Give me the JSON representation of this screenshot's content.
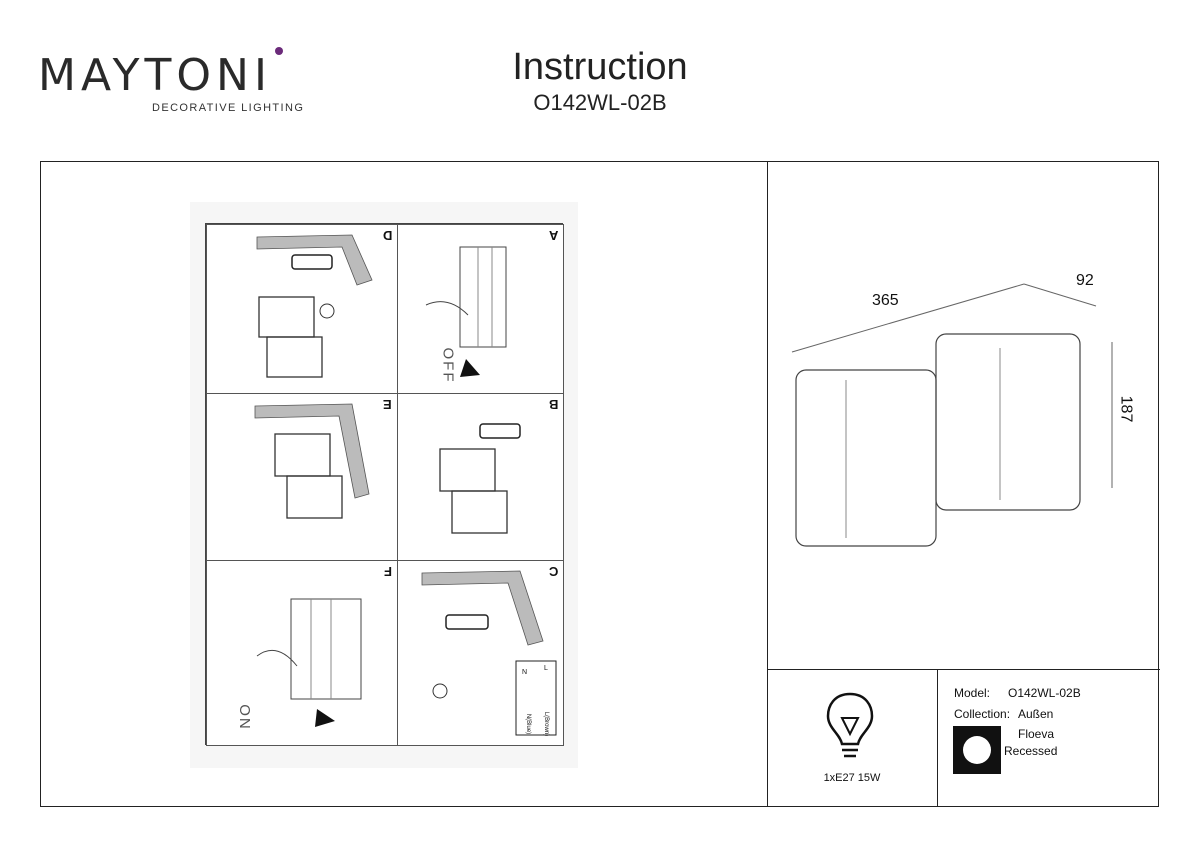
{
  "brand": {
    "name": "MAYTONI",
    "tagline": "DECORATIVE LIGHTING",
    "accent": "#6b2a7a"
  },
  "header": {
    "title": "Instruction",
    "model_code": "O142WL-02B"
  },
  "steps": [
    {
      "id": "D",
      "labels": []
    },
    {
      "id": "A",
      "labels": [
        "OFF"
      ]
    },
    {
      "id": "E",
      "labels": []
    },
    {
      "id": "B",
      "labels": []
    },
    {
      "id": "F",
      "labels": [
        "ON"
      ]
    },
    {
      "id": "C",
      "labels": [
        "L",
        "N",
        "N(Blue)",
        "L(Brown)"
      ]
    }
  ],
  "dimensions": {
    "length": "365",
    "depth": "92",
    "height": "187"
  },
  "lamp": {
    "icon": "bulb-icon",
    "power": "1xE27 15W"
  },
  "specs": {
    "model_label": "Model:",
    "model_value": "O142WL-02B",
    "collection_label": "Collection:",
    "collection_value": "Außen",
    "series": "Floeva",
    "mount": "Recessed"
  }
}
